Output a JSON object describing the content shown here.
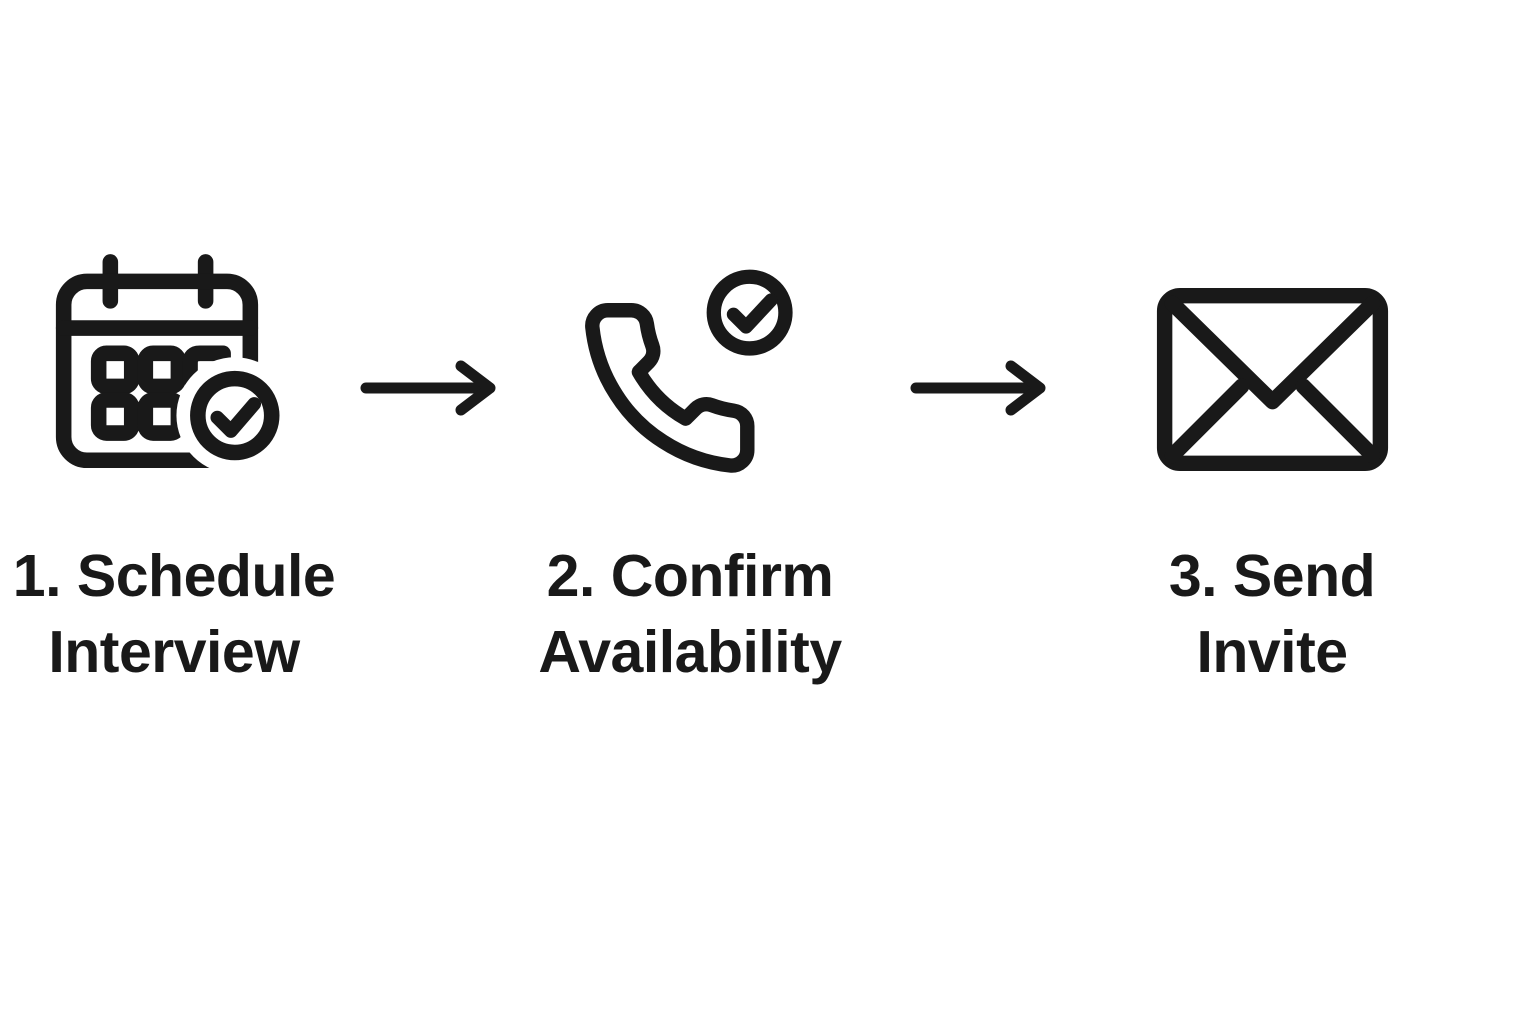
{
  "diagram": {
    "background_color": "#ffffff",
    "ink_color": "#191919",
    "steps": [
      {
        "index": 1,
        "icon": "calendar-check-icon",
        "label_line1": "1. Schedule",
        "label_line2": "Interview"
      },
      {
        "index": 2,
        "icon": "phone-check-icon",
        "label_line1": "2. Confirm",
        "label_line2": "Availability"
      },
      {
        "index": 3,
        "icon": "envelope-icon",
        "label_line1": "3. Send",
        "label_line2": "Invite"
      }
    ],
    "connectors": [
      {
        "type": "arrow-right",
        "from": 1,
        "to": 2
      },
      {
        "type": "arrow-right",
        "from": 2,
        "to": 3
      }
    ]
  }
}
